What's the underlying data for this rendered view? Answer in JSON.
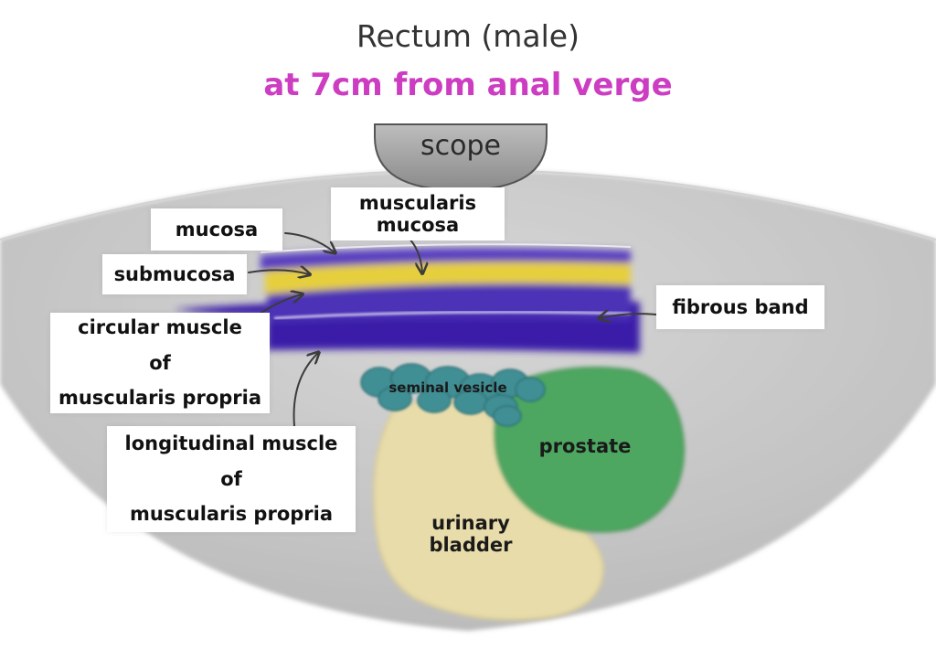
{
  "title": "Rectum (male)",
  "subtitle": "at 7cm from anal verge",
  "colors": {
    "subtitle": "#cc3dc2",
    "field": "#c9c9c9",
    "mucosa_layer": "#4b2fb0",
    "submucosa_layer": "#e6cf3e",
    "muscle_layer": "#3a1fa8",
    "prostate": "#4ea761",
    "bladder": "#e8dcaa",
    "seminal_vesicle": "#3f8f94"
  },
  "labels": {
    "scope": "scope",
    "mucosa": "mucosa",
    "muscularis_mucosa": [
      "muscularis",
      "mucosa"
    ],
    "submucosa": "submucosa",
    "fibrous_band": "fibrous band",
    "circular_muscle": [
      "circular muscle",
      "of",
      "muscularis propria"
    ],
    "longitudinal_muscle": [
      "longitudinal muscle",
      "of",
      "muscularis propria"
    ],
    "seminal_vesicle": "seminal vesicle",
    "prostate": "prostate",
    "urinary_bladder": [
      "urinary",
      "bladder"
    ]
  }
}
